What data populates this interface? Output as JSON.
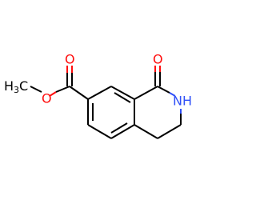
{
  "molecule": {
    "atoms": {
      "methyl": "H3C",
      "methyl_main": "H",
      "methyl_sub": "3",
      "methyl_c": "C",
      "ester_o": "O",
      "carbonyl_o_ester": "O",
      "carbonyl_o_lactam": "O",
      "amine": "NH"
    },
    "colors": {
      "bond": "#000000",
      "oxygen": "#ff0d0d",
      "nitrogen": "#3050f8"
    }
  }
}
